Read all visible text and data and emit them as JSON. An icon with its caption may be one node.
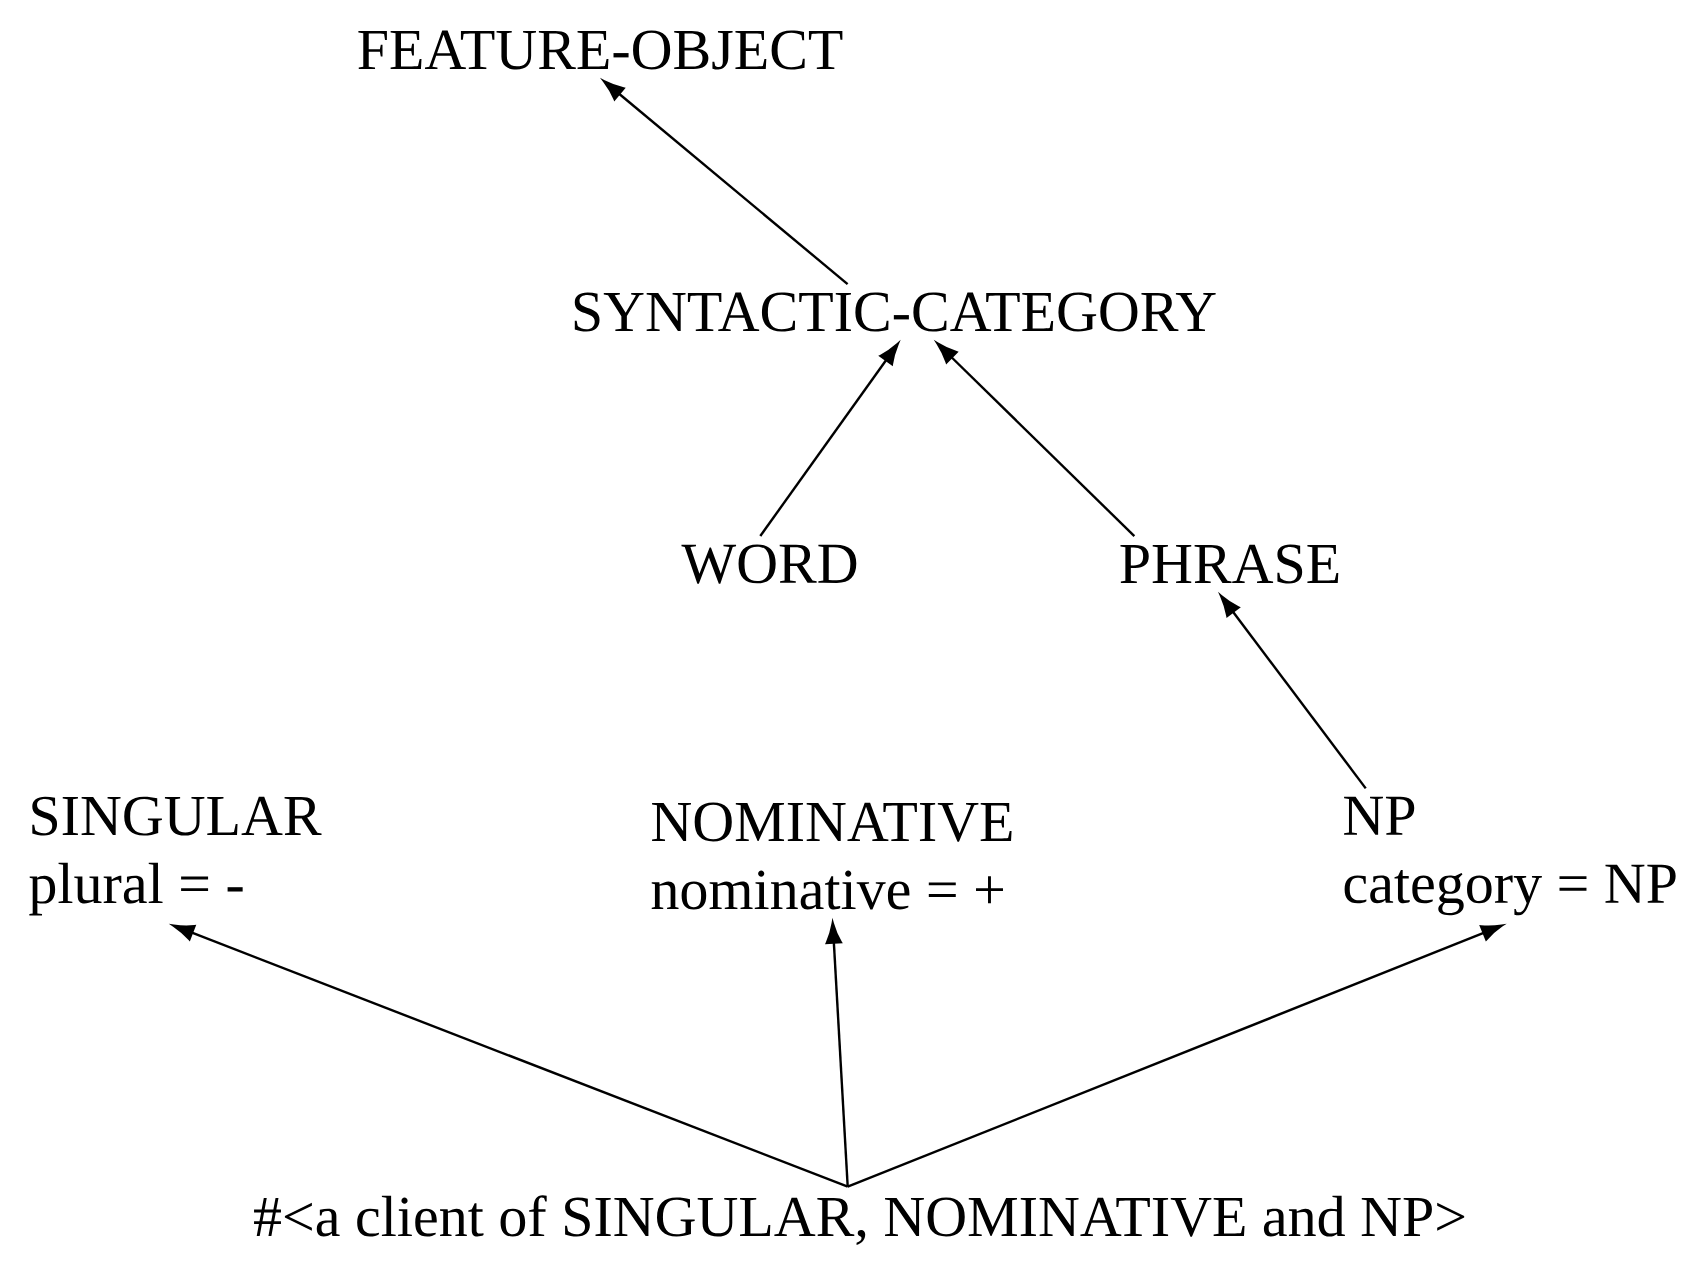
{
  "diagram": {
    "nodes": [
      {
        "text": [
          "FEATURE-OBJECT"
        ]
      },
      {
        "text": [
          "SYNTACTIC-CATEGORY"
        ]
      },
      {
        "text": [
          "WORD"
        ]
      },
      {
        "text": [
          "PHRASE"
        ]
      },
      {
        "text": [
          "SINGULAR",
          "plural = -"
        ]
      },
      {
        "text": [
          "NOMINATIVE",
          "nominative = +"
        ]
      },
      {
        "text": [
          "NP",
          "category = NP"
        ]
      },
      {
        "text": [
          "#<a client of SINGULAR, NOMINATIVE and NP>"
        ]
      }
    ],
    "edges": [
      {
        "from": 1,
        "to": 0,
        "arrow": "to"
      },
      {
        "from": 2,
        "to": 1,
        "arrow": "to"
      },
      {
        "from": 3,
        "to": 1,
        "arrow": "to"
      },
      {
        "from": 6,
        "to": 3,
        "arrow": "to"
      },
      {
        "from": 7,
        "to": 4,
        "arrow": "to"
      },
      {
        "from": 7,
        "to": 5,
        "arrow": "to"
      },
      {
        "from": 7,
        "to": 6,
        "arrow": "to"
      }
    ]
  }
}
